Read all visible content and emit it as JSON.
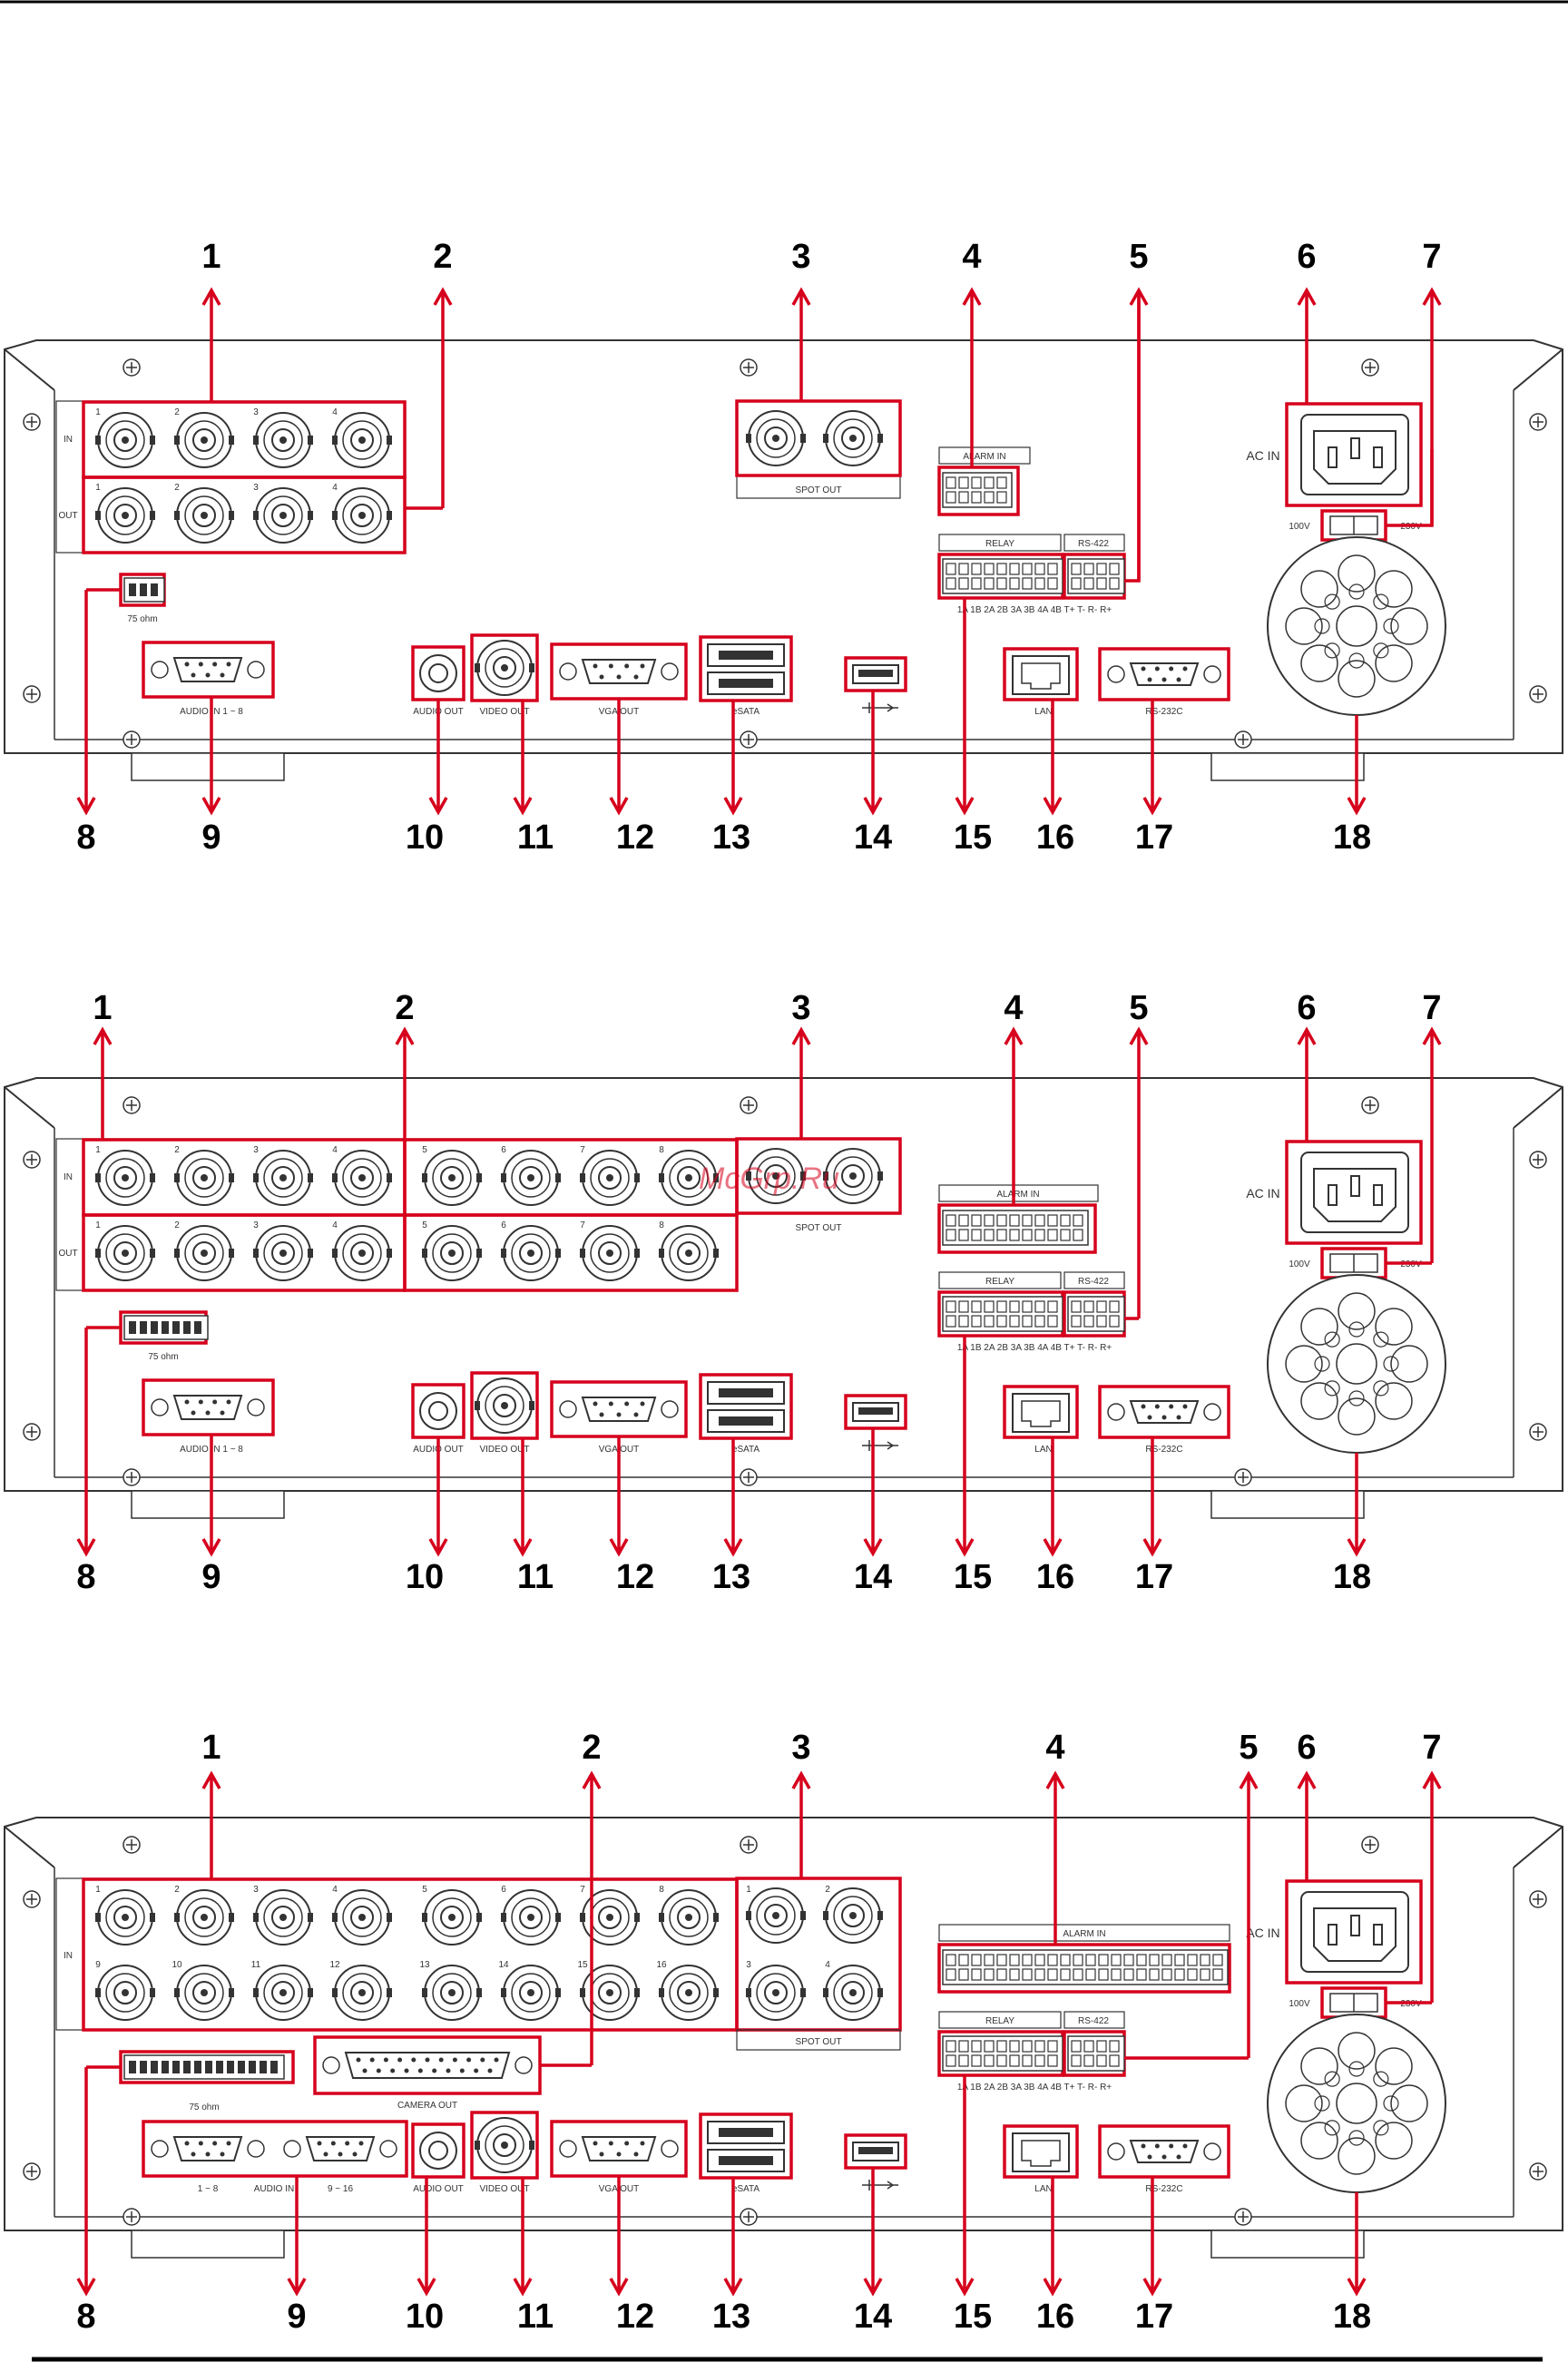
{
  "callout_numbers": [
    "1",
    "2",
    "3",
    "4",
    "5",
    "6",
    "7",
    "8",
    "9",
    "10",
    "11",
    "12",
    "13",
    "14",
    "15",
    "16",
    "17",
    "18"
  ],
  "panel_labels": {
    "in": "IN",
    "out": "OUT",
    "spot_out": "SPOT OUT",
    "alarm_in": "ALARM IN",
    "relay": "RELAY",
    "rs422": "RS-422",
    "ac_in": "AC IN",
    "v100": "100V",
    "v230": "230V",
    "ohm": "75 ohm",
    "audio_in_1_8": "AUDIO IN 1 ~ 8",
    "audio_in": "AUDIO IN",
    "range_1_8": "1 ~ 8",
    "range_9_16": "9 ~ 16",
    "audio_out": "AUDIO OUT",
    "video_out": "VIDEO OUT",
    "vga_out": "VGA OUT",
    "esata": "eSATA",
    "lan": "LAN",
    "rs232c": "RS-232C",
    "camera_out": "CAMERA OUT",
    "relay_pins": "1A 1B 2A 2B 3A 3B 4A 4B T+ T- R- R+"
  },
  "watermark": "McGrp.Ru",
  "colors": {
    "callout": "#d6001c",
    "outline": "#333333",
    "background": "#ffffff"
  }
}
